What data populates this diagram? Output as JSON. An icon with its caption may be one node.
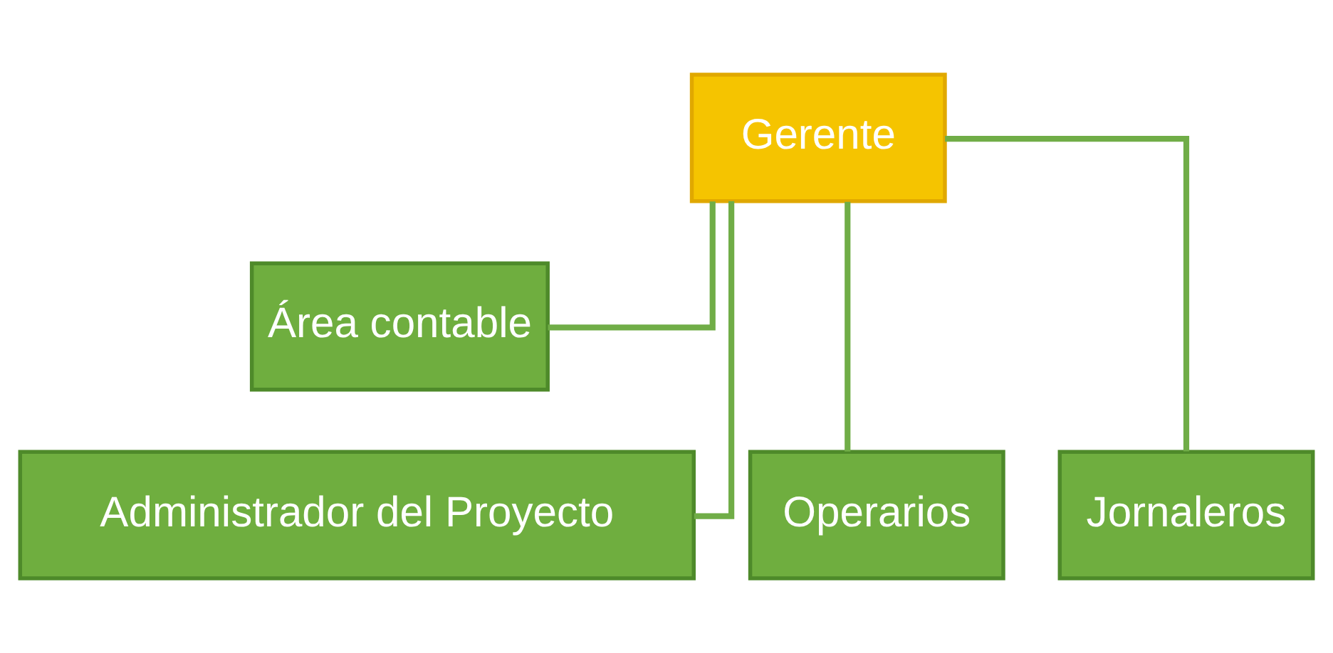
{
  "diagram": {
    "nodes": [
      {
        "text": [
          "Gerente"
        ]
      },
      {
        "text": [
          "Área contable"
        ]
      },
      {
        "text": [
          "Administrador del Proyecto"
        ]
      },
      {
        "text": [
          "Operarios"
        ]
      },
      {
        "text": [
          "Jornaleros"
        ]
      }
    ],
    "edges": [
      {
        "from": 0,
        "to": 1,
        "arrow": "none"
      },
      {
        "from": 0,
        "to": 2,
        "arrow": "none"
      },
      {
        "from": 0,
        "to": 3,
        "arrow": "none"
      },
      {
        "from": 0,
        "to": 4,
        "arrow": "none"
      }
    ]
  }
}
